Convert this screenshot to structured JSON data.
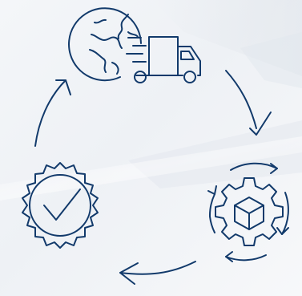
{
  "diagram": {
    "type": "cycle",
    "icon_color": "#123a6b",
    "stages": [
      {
        "icon": "globe-delivery-truck-icon"
      },
      {
        "icon": "gear-box-cycle-icon"
      },
      {
        "icon": "verified-badge-check-icon"
      }
    ],
    "flow_arrows": [
      "arrow-truck-to-gear",
      "arrow-gear-to-badge",
      "arrow-badge-to-truck"
    ]
  }
}
